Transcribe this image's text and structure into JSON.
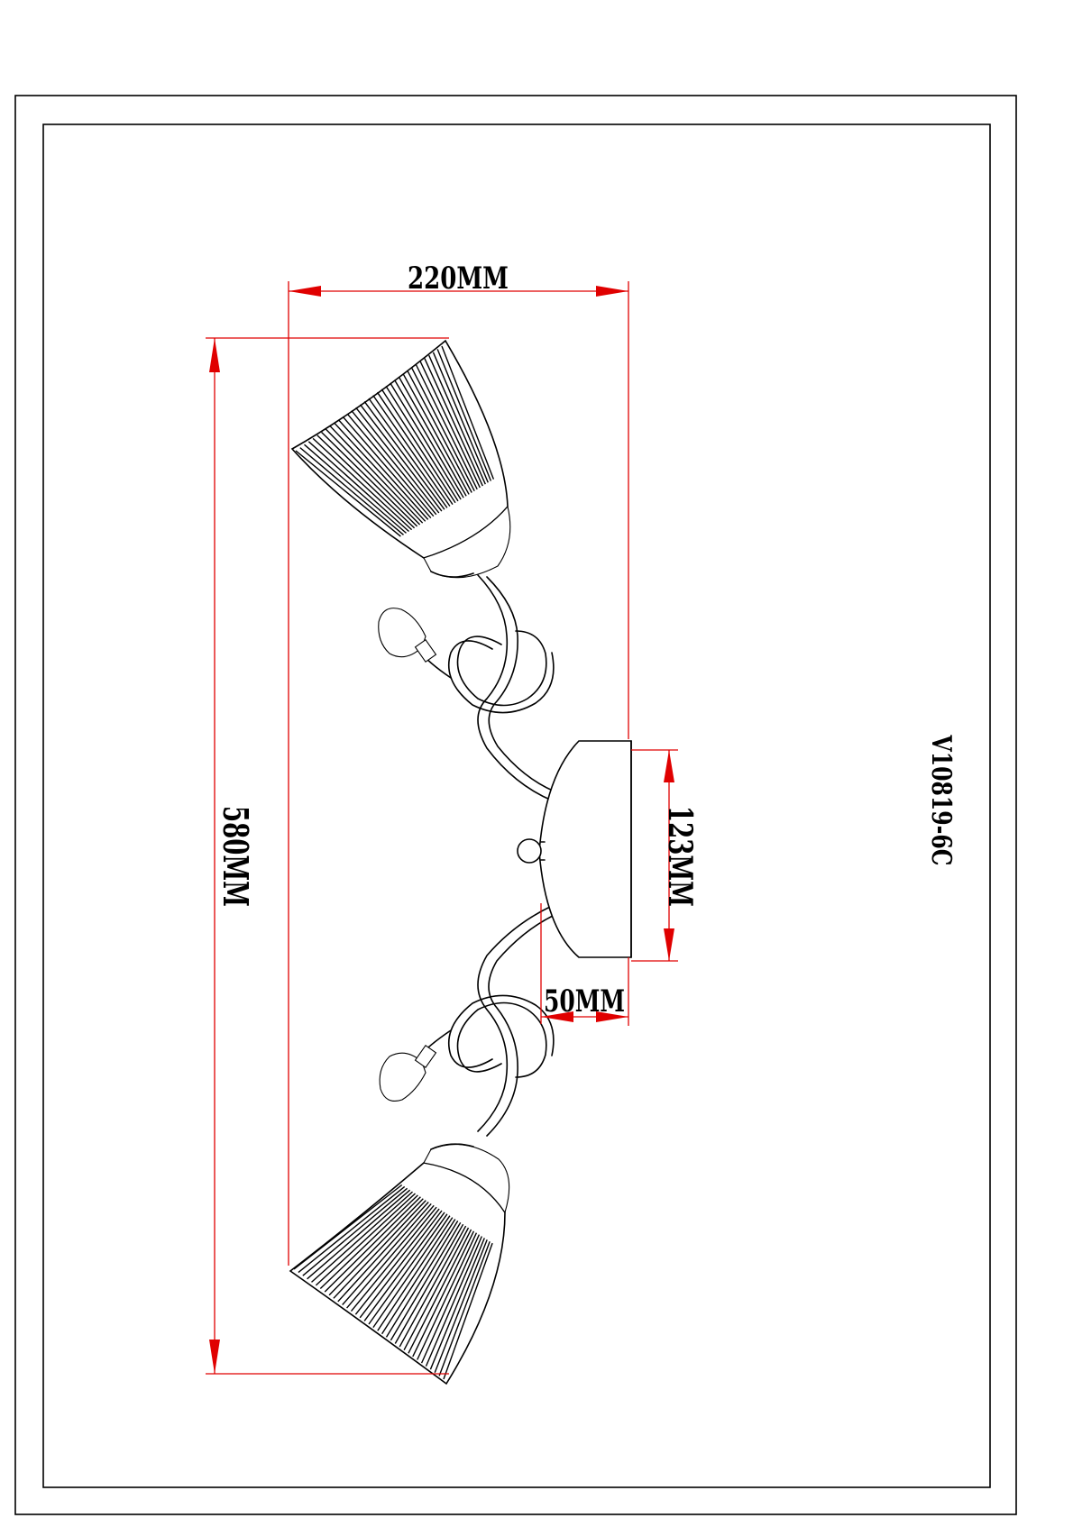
{
  "drawing": {
    "model": "V10819-6C",
    "dimensions": {
      "width": "220MM",
      "length": "580MM",
      "base_height": "123MM",
      "base_depth": "50MM"
    }
  },
  "colors": {
    "dimension_lines": "#e00000",
    "linework": "#000000",
    "background": "#ffffff"
  }
}
